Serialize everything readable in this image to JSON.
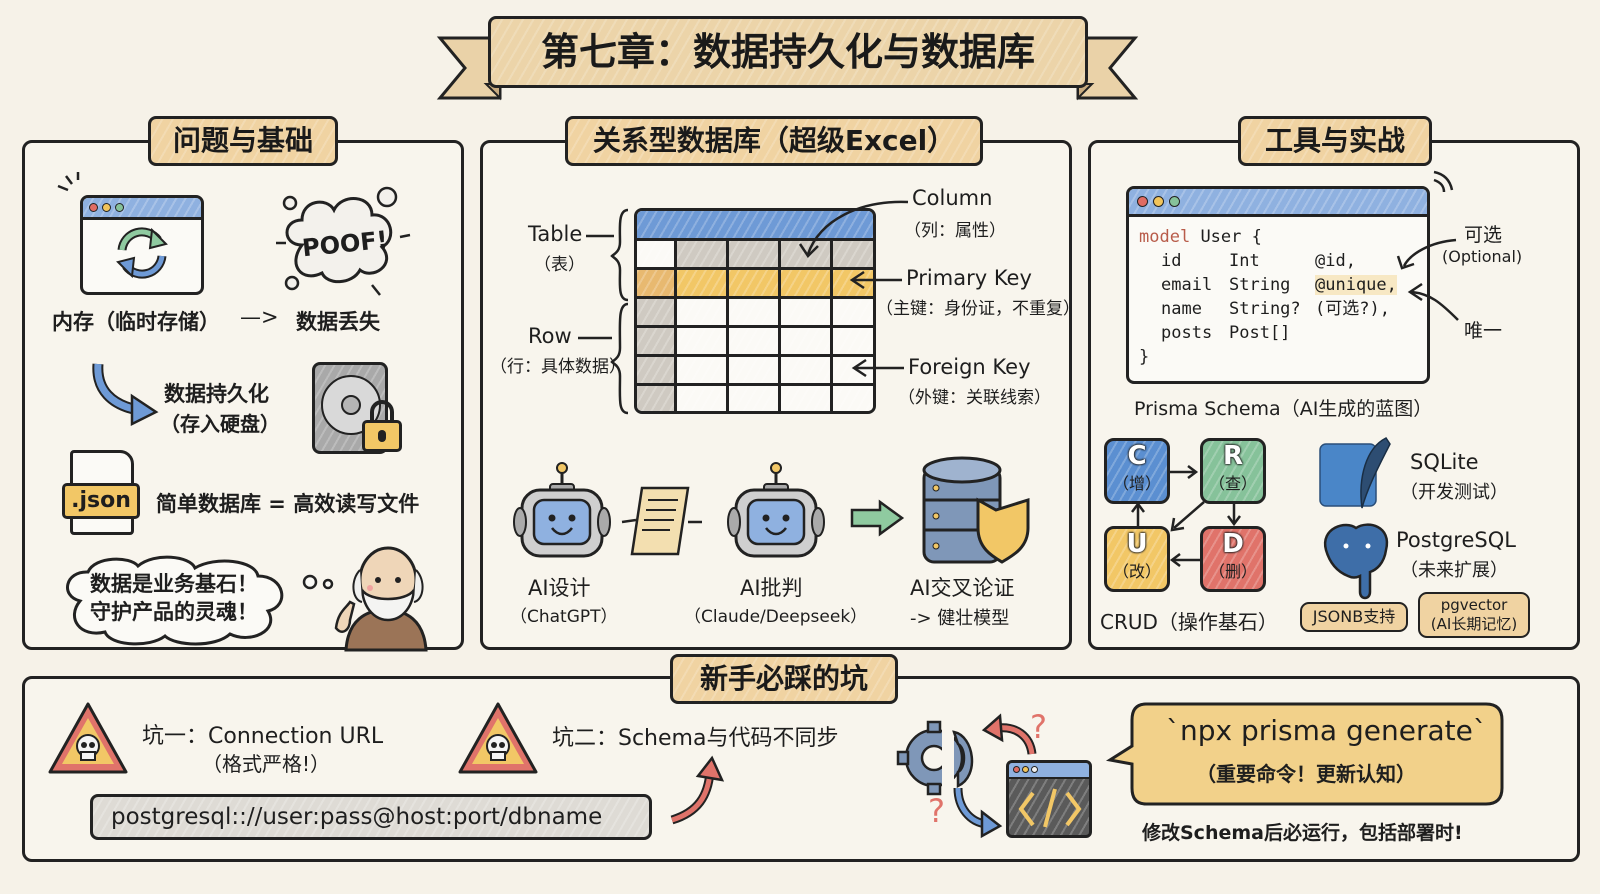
{
  "title": "第七章：数据持久化与数据库",
  "panels": {
    "basics": {
      "title": "问题与基础",
      "memory_label": "内存（临时存储）",
      "arrow": "—>",
      "data_lost": "数据丢失",
      "poof": "POOF!",
      "persistence": "数据持久化",
      "persistence_sub": "（存入硬盘）",
      "json_badge": ".json",
      "json_desc": "简单数据库 = 高效读写文件",
      "bubble_line1": "数据是业务基石！",
      "bubble_line2": "守护产品的灵魂！"
    },
    "relational": {
      "title": "关系型数据库（超级Excel）",
      "table_label": "Table",
      "table_sub": "（表）",
      "row_label": "Row",
      "row_sub": "（行：具体数据）",
      "column_label": "Column",
      "column_sub": "（列：属性）",
      "pk_label": "Primary Key",
      "pk_sub": "（主键：身份证，不重复）",
      "fk_label": "Foreign Key",
      "fk_sub": "（外键：关联线索）",
      "ai_design": "AI设计",
      "ai_design_sub": "（ChatGPT）",
      "ai_critique": "AI批判",
      "ai_critique_sub": "（Claude/Deepseek）",
      "ai_cross": "AI交叉论证",
      "ai_cross_sub": "-> 健壮模型"
    },
    "tools": {
      "title": "工具与实战",
      "code": {
        "keyword": "model",
        "model_name": "User {",
        "lines": [
          {
            "field": "id",
            "type": "Int",
            "attr": "@id,"
          },
          {
            "field": "email",
            "type": "String",
            "attr": "@unique,"
          },
          {
            "field": "name",
            "type": "String?",
            "attr": "(可选?),"
          },
          {
            "field": "posts",
            "type": "Post[]",
            "attr": ""
          }
        ],
        "close": "}"
      },
      "optional_label": "可选",
      "optional_sub": "(Optional)",
      "unique_label": "唯一",
      "schema_caption": "Prisma Schema（AI生成的蓝图）",
      "crud": [
        {
          "letter": "C",
          "cn": "（增）",
          "color": "#5b8fd1"
        },
        {
          "letter": "R",
          "cn": "（查）",
          "color": "#86c29a"
        },
        {
          "letter": "U",
          "cn": "（改）",
          "color": "#f2c766"
        },
        {
          "letter": "D",
          "cn": "（删）",
          "color": "#e0736a"
        }
      ],
      "crud_caption": "CRUD（操作基石）",
      "sqlite": "SQLite",
      "sqlite_sub": "（开发测试）",
      "postgres": "PostgreSQL",
      "postgres_sub": "（未来扩展）",
      "jsonb": "JSONB支持",
      "pgvector": "pgvector",
      "pgvector_sub": "(AI长期记忆)"
    },
    "pitfalls": {
      "title": "新手必踩的坑",
      "pit1": "坑一：Connection URL",
      "pit1_sub": "（格式严格!）",
      "url": "postgresql:://user:pass@host:port/dbname",
      "pit2": "坑二：Schema与代码不同步",
      "command": "`npx prisma generate`",
      "command_sub": "（重要命令！更新认知）",
      "note": "修改Schema后必运行，包括部署时!",
      "question_mark": "?"
    }
  },
  "colors": {
    "background": "#f6f2e8",
    "tag": "#f0d3a2",
    "blue": "#5b8fd1",
    "yellow": "#f2c766",
    "red": "#e0736a",
    "green": "#86c29a",
    "gray": "#cfcac2"
  }
}
